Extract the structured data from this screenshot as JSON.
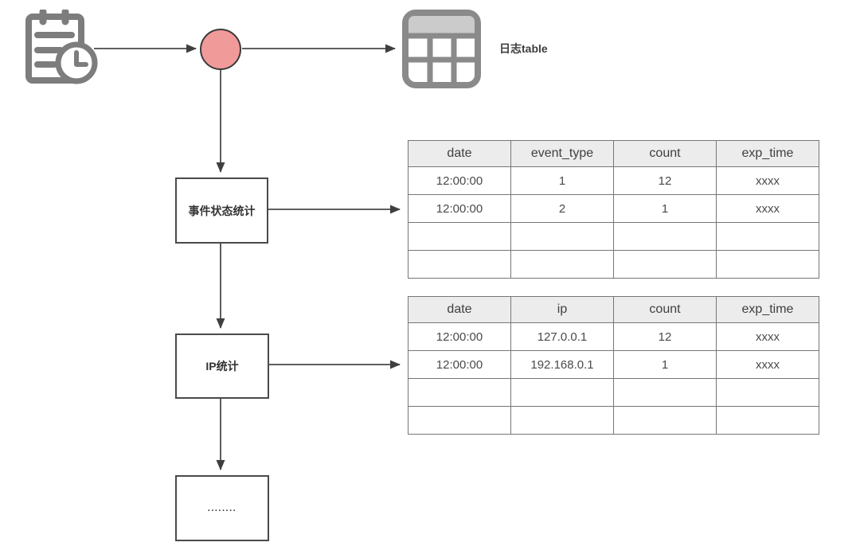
{
  "colors": {
    "node_circle_fill": "#f09a9a",
    "node_circle_stroke": "#3a3a3a",
    "connector": "#4a4a4a",
    "icon_gray": "#7d7d7d",
    "table_header_bg": "#ececec"
  },
  "flow": {
    "log_table_label": "日志table",
    "boxes": [
      {
        "label": "事件状态统计"
      },
      {
        "label": "IP统计"
      },
      {
        "label": "........"
      }
    ]
  },
  "tables": [
    {
      "name": "event-status-table",
      "headers": [
        "date",
        "event_type",
        "count",
        "exp_time"
      ],
      "rows": [
        [
          "12:00:00",
          "1",
          "12",
          "xxxx"
        ],
        [
          "12:00:00",
          "2",
          "1",
          "xxxx"
        ],
        [
          "",
          "",
          "",
          ""
        ],
        [
          "",
          "",
          "",
          ""
        ]
      ]
    },
    {
      "name": "ip-stats-table",
      "headers": [
        "date",
        "ip",
        "count",
        "exp_time"
      ],
      "rows": [
        [
          "12:00:00",
          "127.0.0.1",
          "12",
          "xxxx"
        ],
        [
          "12:00:00",
          "192.168.0.1",
          "1",
          "xxxx"
        ],
        [
          "",
          "",
          "",
          ""
        ],
        [
          "",
          "",
          "",
          ""
        ]
      ]
    }
  ]
}
